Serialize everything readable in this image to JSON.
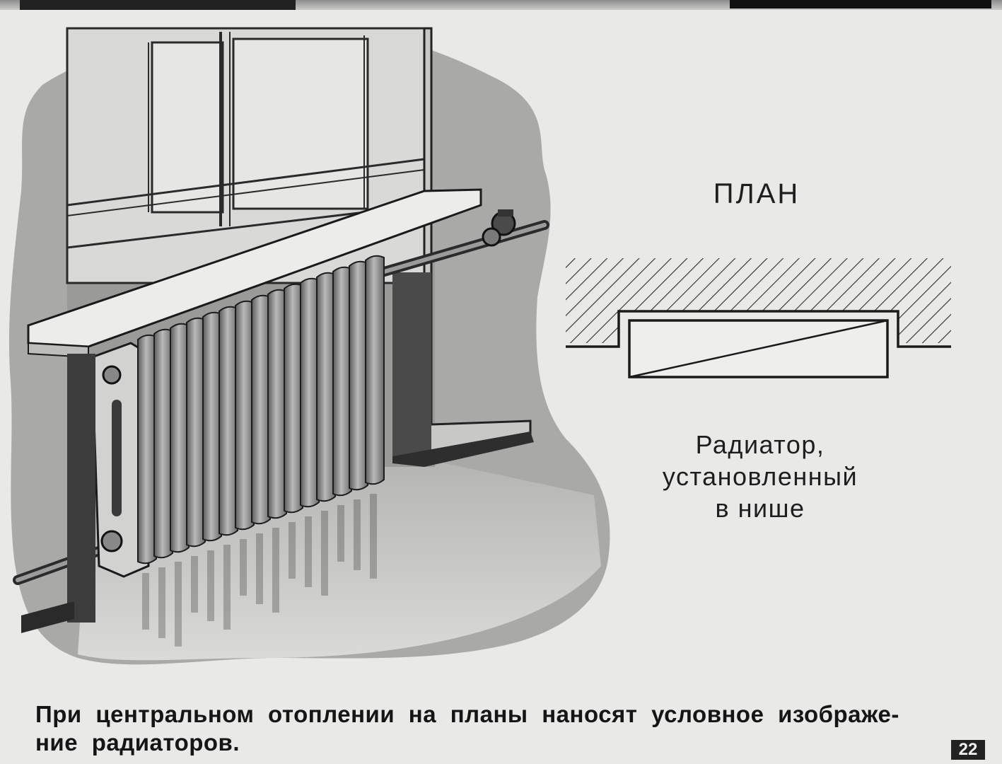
{
  "plan": {
    "title": "ПЛАН",
    "caption_lines": [
      "Радиатор,",
      "установленный",
      "в нише"
    ]
  },
  "caption": {
    "line1": "При центральном отоплении на планы наносят условное изображе-",
    "line2": "ние радиаторов."
  },
  "page_number": "22"
}
